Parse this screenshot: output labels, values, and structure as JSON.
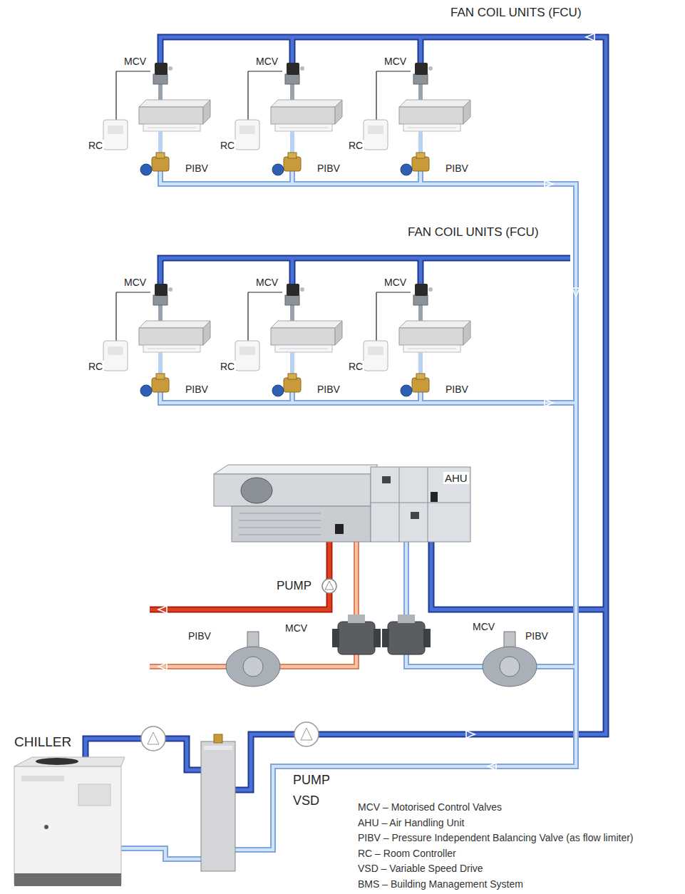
{
  "diagram": {
    "labels": [
      "FAN COIL UNITS (FCU)",
      "MCV",
      "RC",
      "PIBV",
      "MCV",
      "RC",
      "PIBV",
      "MCV",
      "RC",
      "PIBV",
      "FAN COIL UNITS (FCU)",
      "MCV",
      "RC",
      "PIBV",
      "MCV",
      "RC",
      "PIBV",
      "MCV",
      "RC",
      "PIBV",
      "AHU",
      "PUMP",
      "PIBV",
      "MCV",
      "MCV",
      "PIBV",
      "CHILLER",
      "PUMP VSD",
      "MCV – Motorised Control Valves",
      "AHU – Air Handling Unit",
      "PIBV – Pressure Independent Balancing Valve (as flow limiter)",
      "RC – Room Controller",
      "VSD – Variable Speed Drive",
      "BMS – Building Management System"
    ]
  }
}
